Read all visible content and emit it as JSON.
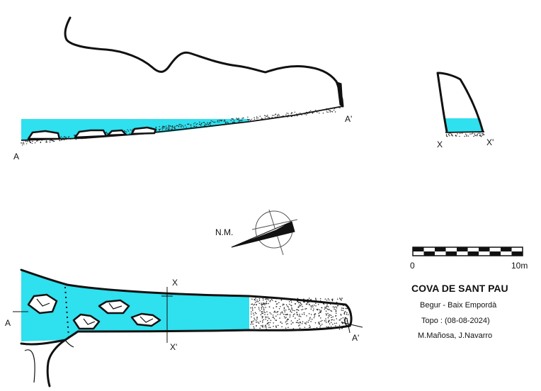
{
  "labels": {
    "a": "A",
    "a_prime": "A'",
    "x": "X",
    "x_prime": "X'",
    "north": "N.M."
  },
  "scale_bar": {
    "min_label": "0",
    "max_label": "10m"
  },
  "title_block": {
    "title": "COVA DE SANT PAU",
    "location": "Begur - Baix Empordà",
    "date": "Topo : (08-08-2024)",
    "authors": "M.Mañosa, J.Navarro"
  },
  "colors": {
    "water": "#2fe0ee",
    "line": "#111111",
    "background": "#ffffff"
  }
}
